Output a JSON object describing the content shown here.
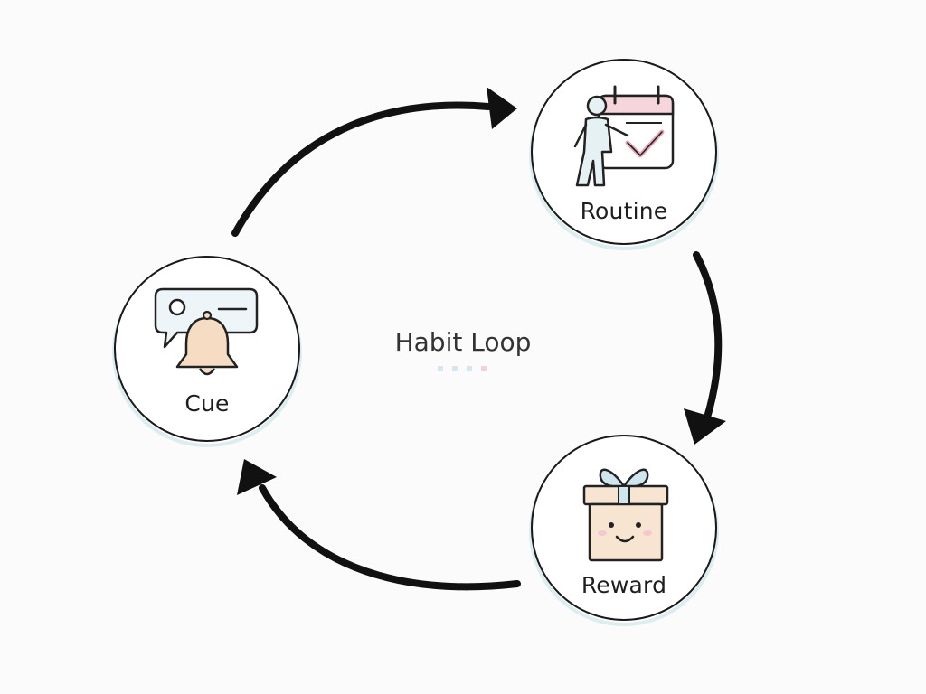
{
  "center": {
    "title": "Habit Loop"
  },
  "nodes": {
    "routine": {
      "label": "Routine",
      "icon": "person-calendar-check-icon"
    },
    "reward": {
      "label": "Reward",
      "icon": "smiling-gift-box-icon"
    },
    "cue": {
      "label": "Cue",
      "icon": "bell-message-icon"
    }
  },
  "colors": {
    "arrow": "#111111",
    "ring": "#222222",
    "ring_glow": "#d9ecef",
    "bell_fill": "#f6dcc3",
    "calendar_header": "#f6d6dc",
    "check": "#e8a6b4",
    "gift_fill": "#f7e5d2",
    "ribbon": "#cfe6ee"
  }
}
